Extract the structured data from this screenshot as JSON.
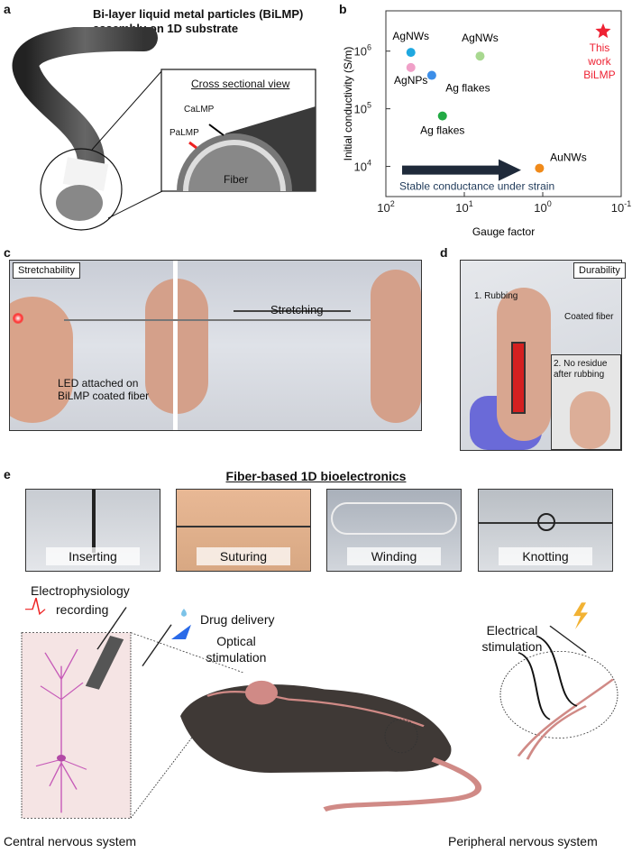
{
  "panel_a": {
    "label": "a",
    "title_line1": "Bi-layer liquid metal particles (BiLMP)",
    "title_line2": "assembly on 1D substrate",
    "inset_title": "Cross sectional view",
    "calmp": "CaLMP",
    "palmp": "PaLMP",
    "fiber": "Fiber"
  },
  "panel_b": {
    "label": "b"
  },
  "chart_data": {
    "type": "scatter",
    "xlabel": "Gauge factor",
    "ylabel": "Initial conductivity (S/m)",
    "xscale": "log",
    "yscale": "log",
    "xlim": [
      100,
      0.1
    ],
    "ylim": [
      3000,
      5000000
    ],
    "xticks": [
      {
        "v": 100,
        "b": "10",
        "e": "2"
      },
      {
        "v": 10,
        "b": "10",
        "e": "1"
      },
      {
        "v": 1,
        "b": "10",
        "e": "0"
      },
      {
        "v": 0.1,
        "b": "10",
        "e": "-1"
      }
    ],
    "yticks": [
      {
        "v": 10000,
        "b": "10",
        "e": "4"
      },
      {
        "v": 100000,
        "b": "10",
        "e": "5"
      },
      {
        "v": 1000000,
        "b": "10",
        "e": "6"
      }
    ],
    "points": [
      {
        "name": "AgNWs",
        "x": 48,
        "y": 950000,
        "color": "#1fa8e0",
        "lx": 0,
        "ly": -14
      },
      {
        "name": "AgNPs",
        "x": 48,
        "y": 520000,
        "color": "#f0a0c8",
        "lx": 0,
        "ly": 18
      },
      {
        "name": "Ag flakes",
        "x": 26,
        "y": 380000,
        "color": "#3c8ee8",
        "lx": 40,
        "ly": 18
      },
      {
        "name": "Ag flakes",
        "x": 19,
        "y": 75000,
        "color": "#22aa44",
        "lx": 0,
        "ly": 20
      },
      {
        "name": "AgNWs",
        "x": 6.3,
        "y": 820000,
        "color": "#a8d890",
        "lx": 0,
        "ly": -16
      },
      {
        "name": "AuNWs",
        "x": 1.1,
        "y": 9300,
        "color": "#f08a1a",
        "lx": 32,
        "ly": -8
      }
    ],
    "highlight": {
      "name_line1": "This",
      "name_line2": "work",
      "name_line3": "BiLMP",
      "x": 0.17,
      "y": 2200000,
      "color": "#ee2233"
    },
    "annotation": "Stable conductance under strain"
  },
  "panel_c": {
    "label": "c",
    "tag": "Stretchability",
    "stretching": "Stretching",
    "led_line1": "LED attached on",
    "led_line2": "BiLMP coated fiber"
  },
  "panel_d": {
    "label": "d",
    "tag": "Durability",
    "rubbing": "1. Rubbing",
    "coated": "Coated fiber",
    "residue_line1": "2. No residue",
    "residue_line2": "after rubbing"
  },
  "panel_e": {
    "label": "e",
    "title": "Fiber-based 1D bioelectronics",
    "photos": [
      {
        "label": "Inserting"
      },
      {
        "label": "Suturing"
      },
      {
        "label": "Winding"
      },
      {
        "label": "Knotting"
      }
    ],
    "ephys_line1": "Electrophysiology",
    "ephys_line2": "recording",
    "drug": "Drug delivery",
    "optical_line1": "Optical",
    "optical_line2": "stimulation",
    "electrical_line1": "Electrical",
    "electrical_line2": "stimulation",
    "cns": "Central nervous system",
    "pns": "Peripheral nervous system"
  }
}
